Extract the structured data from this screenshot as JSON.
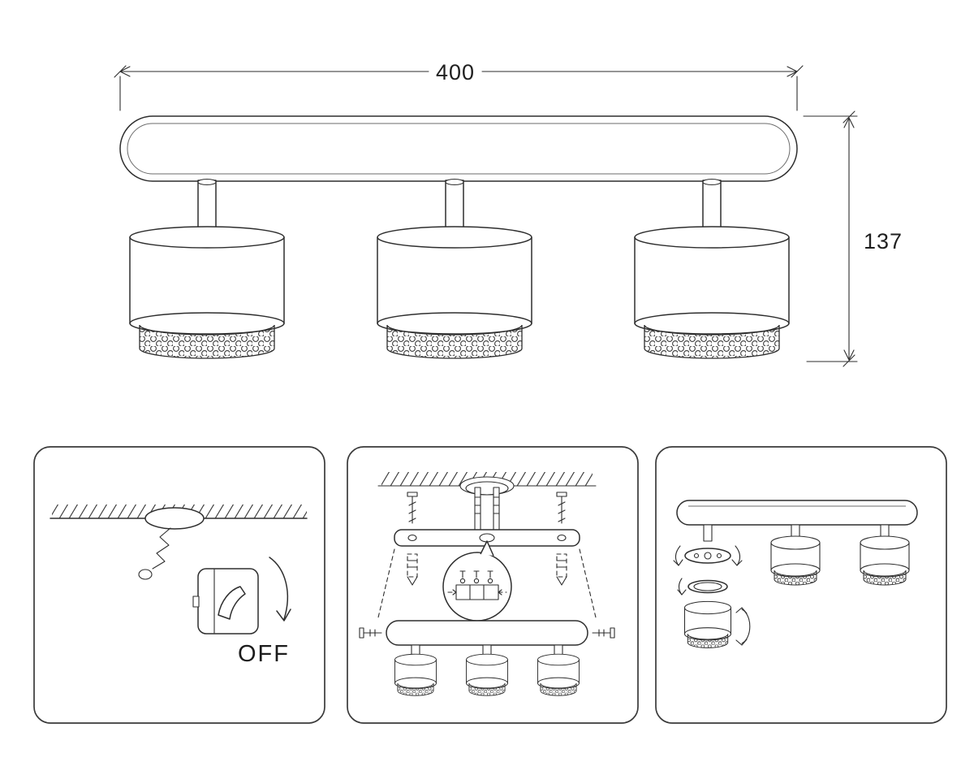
{
  "drawing": {
    "width_label": "400",
    "height_label": "137"
  },
  "panels": {
    "power_off": {
      "label": "OFF"
    }
  },
  "colors": {
    "line": "#2e2e2e",
    "card_border": "#3a3a3a",
    "background": "#ffffff"
  },
  "icons": {
    "light_switch": "light-switch-icon",
    "screw": "screw-icon",
    "wall_anchor": "wall-anchor-icon",
    "rotation_arrow": "rotation-arrow-icon",
    "power_cable": "power-cable-icon"
  }
}
